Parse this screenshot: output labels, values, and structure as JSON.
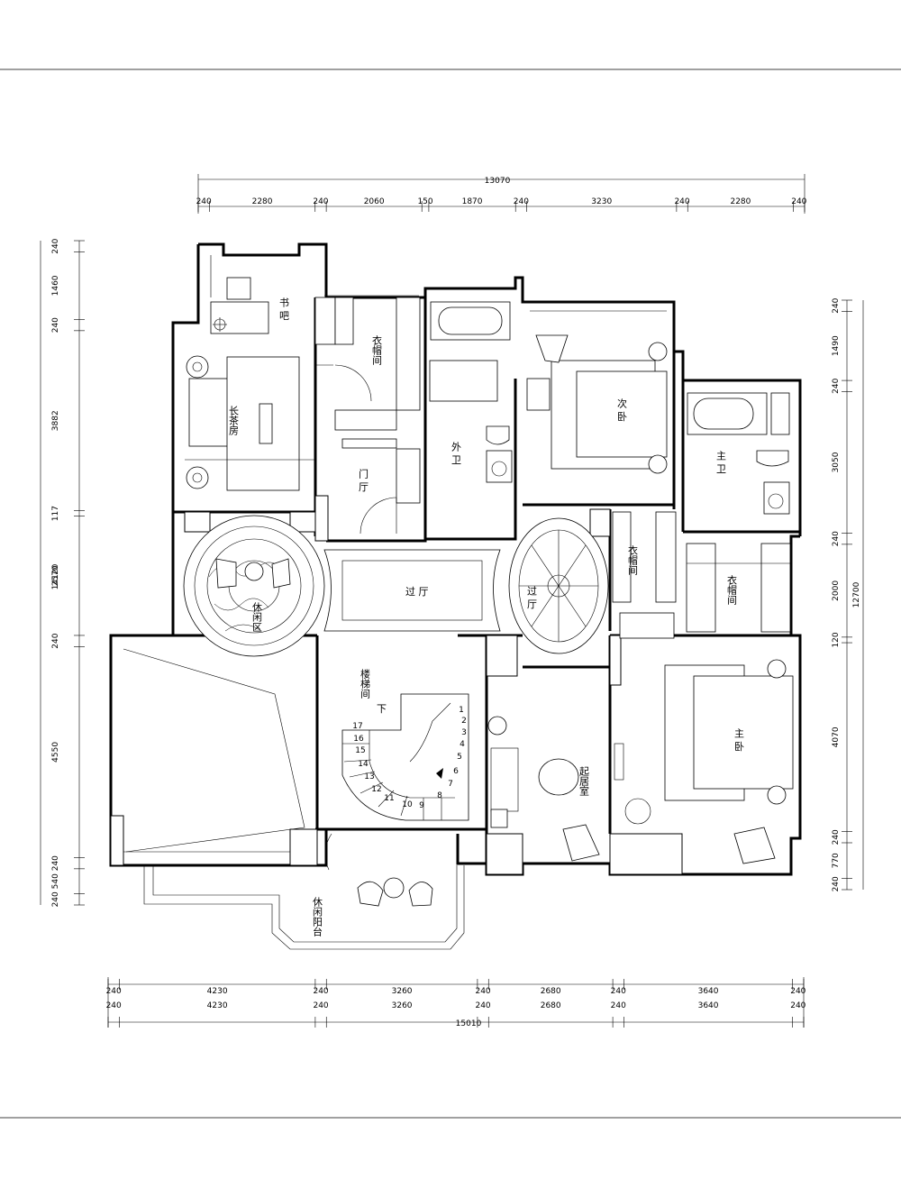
{
  "dimensions": {
    "top_total": "13070",
    "top_segments": [
      "240",
      "2280",
      "240",
      "2060",
      "150",
      "1870",
      "240",
      "3230",
      "240",
      "2280",
      "240"
    ],
    "bottom_total": "15010",
    "bottom_segments": [
      "240",
      "4230",
      "240",
      "3260",
      "240",
      "2680",
      "240",
      "3640",
      "240"
    ],
    "left_total": "14120",
    "left_segments": [
      "240",
      "1460",
      "240",
      "3882",
      "117",
      "2570",
      "240",
      "4550",
      "240",
      "540",
      "240"
    ],
    "right_total": "12700",
    "right_segments": [
      "240",
      "1490",
      "240",
      "3050",
      "240",
      "2000",
      "120",
      "4070",
      "240",
      "770",
      "240"
    ]
  },
  "rooms": {
    "study_bar": "书 吧",
    "tea_room": "长茶房",
    "closet_1": "衣帽间",
    "foyer": "门 厅",
    "guest_bath": "外 卫",
    "second_bedroom": "次 卧",
    "master_bath": "主 卫",
    "lounge_area": "休闲区",
    "hall_main": "过 厅",
    "hall_round": "过 厅",
    "closet_2": "衣帽间",
    "closet_3": "衣帽间",
    "staircase": "楼梯间",
    "stair_down": "下",
    "living_room": "起居室",
    "master_bedroom": "主 卧",
    "balcony": "休闲阳台"
  },
  "stair_numbers": [
    "1",
    "2",
    "3",
    "4",
    "5",
    "6",
    "7",
    "8",
    "9",
    "10",
    "11",
    "12",
    "13",
    "14",
    "15",
    "16",
    "17"
  ]
}
